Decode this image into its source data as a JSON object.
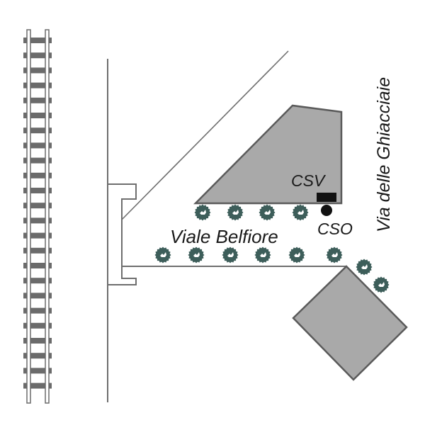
{
  "map": {
    "labels": {
      "csv": "CSV",
      "cso": "CSO",
      "street_horizontal": "Viale Belfiore",
      "street_vertical": "Via delle Ghiacciaie"
    },
    "legend_markers": {
      "csv_marker": "filled-rectangle",
      "cso_marker": "filled-circle"
    },
    "features": {
      "railway": "railway-track",
      "trees_upper_row_count": 4,
      "trees_lower_row_count": 6,
      "trees_diagonal_count": 2,
      "buildings": [
        "trapezoid-building",
        "rotated-square-building",
        "station-building-outline"
      ]
    },
    "colors": {
      "building_fill": "#a9a9a9",
      "building_stroke": "#5a5a5a",
      "line": "#6e6e6e",
      "tree": "#3d5e5a",
      "rail_tie": "#6b6b6b",
      "marker": "#111111",
      "text": "#1a1a1a"
    }
  }
}
